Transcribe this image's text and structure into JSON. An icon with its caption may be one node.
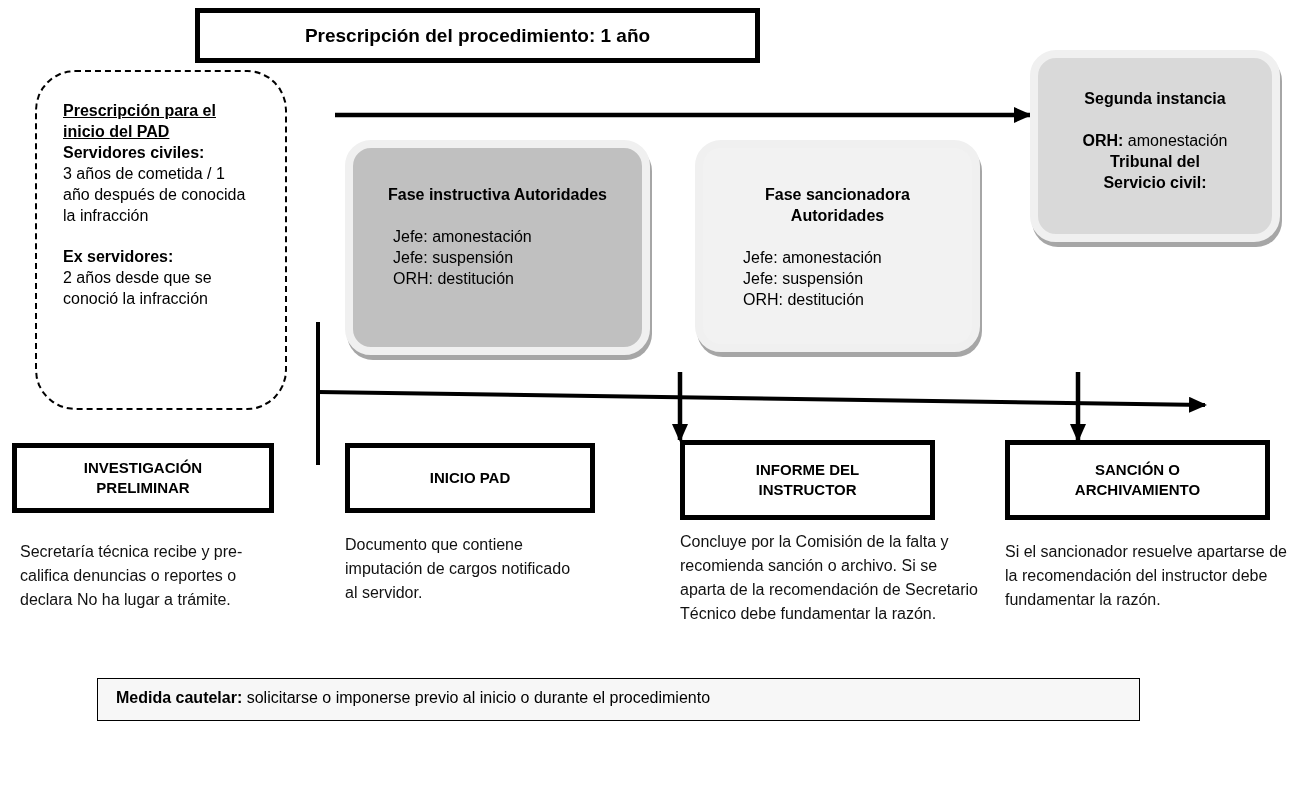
{
  "diagram": {
    "nodes": [
      {
        "text": [
          "Prescripción del procedimiento: 1 año"
        ]
      },
      {
        "text": [
          "Prescripción para el inicio del PAD",
          "Servidores civiles:",
          "3 años de cometida / 1 año después de conocida la infracción",
          "Ex servidores:",
          "2 años desde que se conoció la infracción"
        ]
      },
      {
        "text": [
          "Fase instructiva Autoridades",
          "Jefe: amonestación",
          "Jefe: suspensión",
          "ORH: destitución"
        ]
      },
      {
        "text": [
          "Fase sancionadora Autoridades",
          "Jefe: amonestación",
          "Jefe: suspensión",
          "ORH: destitución"
        ]
      },
      {
        "text": [
          "Segunda instancia",
          "**ORH:** amonestación",
          "Tribunal del Servicio civil:"
        ]
      },
      {
        "text": [
          "INVESTIGACIÓN PRELIMINAR"
        ],
        "beside": [
          "Secretaría técnica recibe y pre-califica denuncias o reportes o declara No ha lugar a trámite."
        ]
      },
      {
        "text": [
          "INICIO PAD"
        ],
        "beside": [
          "Documento que contiene imputación de cargos notificado al servidor."
        ]
      },
      {
        "text": [
          "INFORME DEL INSTRUCTOR"
        ],
        "beside": [
          "Concluye por la Comisión de la falta y recomienda sanción o archivo. Si se aparta de la recomendación de Secretario Técnico debe fundamentar la razón."
        ]
      },
      {
        "text": [
          "SANCIÓN O ARCHIVAMIENTO"
        ],
        "beside": [
          "Si el sancionador resuelve apartarse de la recomendación del instructor debe fundamentar la razón."
        ]
      },
      {
        "text": [
          "**Medida cautelar:** solicitarse o imponerse previo al inicio o durante el procedimiento"
        ]
      }
    ],
    "edges": [
      {
        "from": null,
        "to": 4,
        "arrow": "to"
      },
      {
        "from": null,
        "to": 7,
        "arrow": "to"
      },
      {
        "from": null,
        "to": 8,
        "arrow": "to"
      }
    ]
  }
}
